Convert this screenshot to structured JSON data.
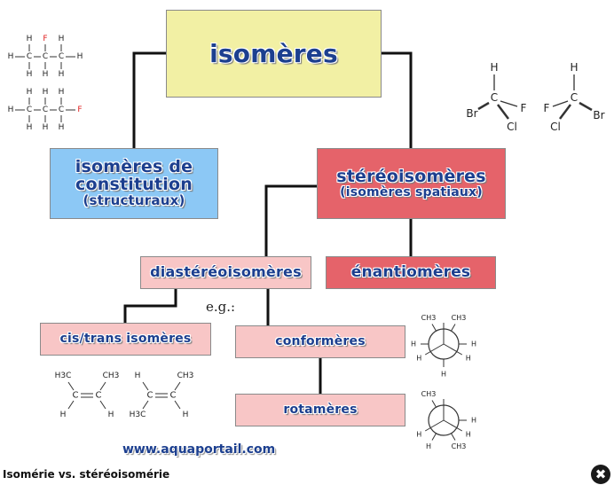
{
  "diagram": {
    "nodes": {
      "isomeres": {
        "label": "isomères"
      },
      "constitution": {
        "line1": "isomères de",
        "line2": "constitution",
        "line3": "(structuraux)"
      },
      "stereo": {
        "line1": "stéréoisomères",
        "line2": "(isomères spatiaux)"
      },
      "diastereo": {
        "label": "diastéréoisomères"
      },
      "enantio": {
        "label": "énantiomères"
      },
      "cistrans": {
        "label": "cis/trans isomères"
      },
      "conformeres": {
        "label": "conformères"
      },
      "rotameres": {
        "label": "rotamères"
      }
    },
    "eg_label": "e.g.:",
    "website": "www.aquaportail.com",
    "colors": {
      "title_box": "#f2f0a4",
      "constitution_box": "#8cc8f5",
      "stereo_box": "#e5636a",
      "light_box": "#f8c6c6",
      "label_text": "#1c3f8f",
      "fluorine": "#e02020"
    },
    "molecules": {
      "atoms": {
        "h": "H",
        "c": "C",
        "f": "F",
        "br": "Br",
        "cl": "Cl"
      },
      "groups": {
        "ch3": "CH3",
        "h3c": "H3C"
      }
    }
  },
  "caption": "Isomérie vs. stéréoisomérie",
  "close_icon": "close-icon"
}
